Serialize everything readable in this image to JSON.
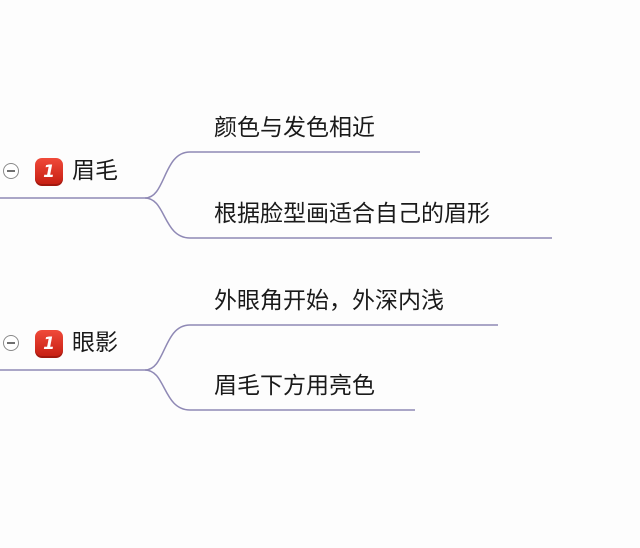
{
  "colors": {
    "connector": "#8f89b5",
    "priority": "#e0271b",
    "text": "#1a1a1a"
  },
  "mindmap": {
    "topics": [
      {
        "label": "眉毛",
        "priority": "1",
        "toggle_icon": "collapse-minus-icon",
        "children": [
          "颜色与发色相近",
          "根据脸型画适合自己的眉形"
        ]
      },
      {
        "label": "眼影",
        "priority": "1",
        "toggle_icon": "collapse-minus-icon",
        "children": [
          "外眼角开始，外深内浅",
          "眉毛下方用亮色"
        ]
      }
    ]
  }
}
